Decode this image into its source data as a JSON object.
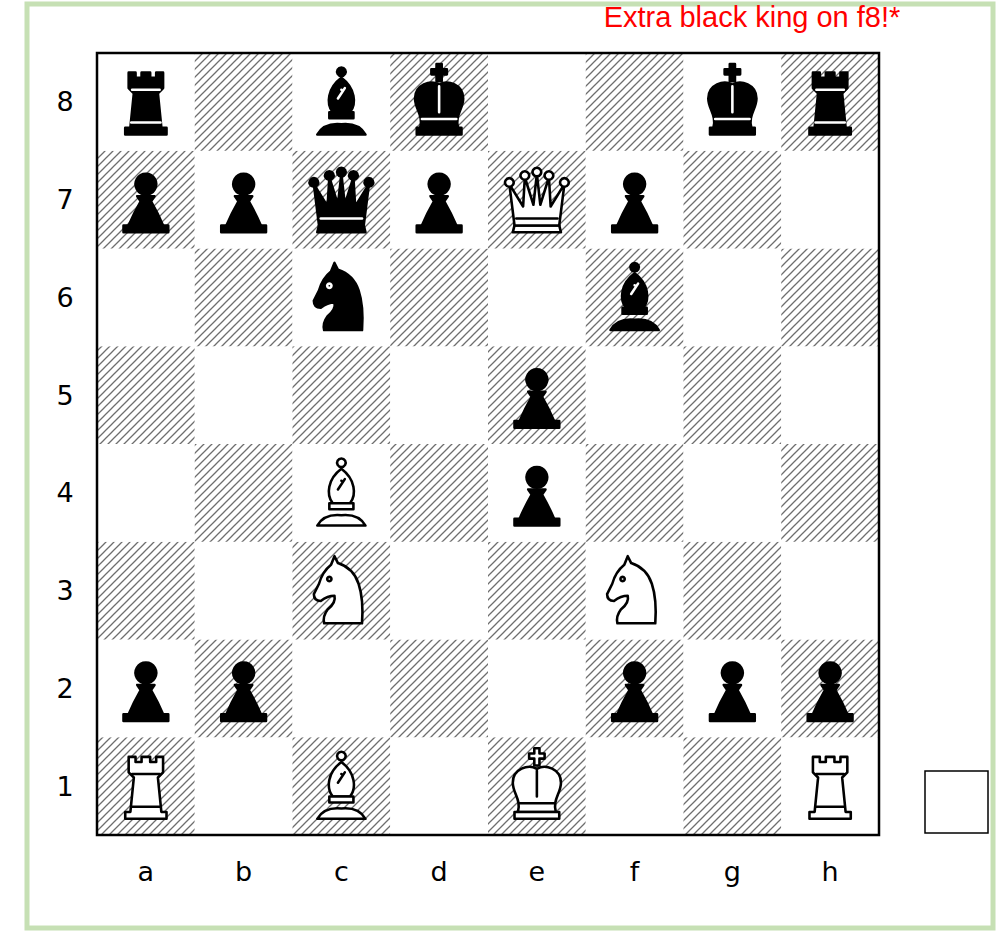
{
  "diagram": {
    "labels": [
      "Extra black king on f8!*",
      "8",
      "7",
      "6",
      "5",
      "4",
      "3",
      "2",
      "1",
      "a",
      "b",
      "c",
      "d",
      "e",
      "f",
      "g",
      "h"
    ]
  }
}
